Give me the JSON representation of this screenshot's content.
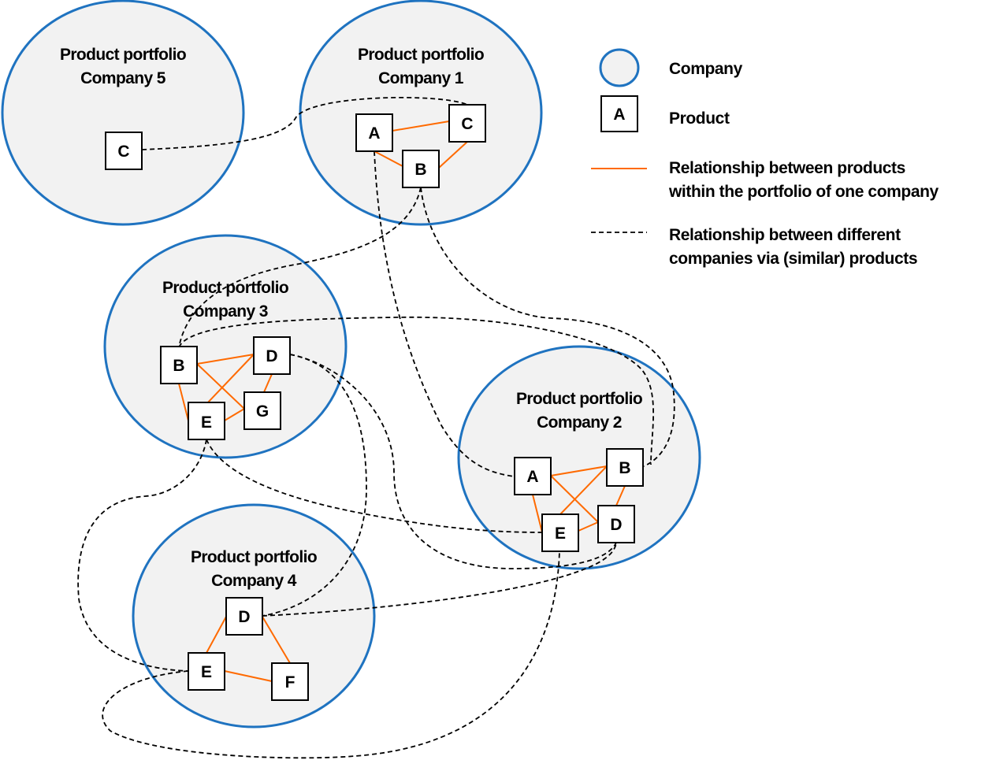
{
  "companies": [
    {
      "id": "c5",
      "title_line1": "Product portfolio",
      "title_line2": "Company 5",
      "products": [
        "C"
      ]
    },
    {
      "id": "c1",
      "title_line1": "Product portfolio",
      "title_line2": "Company 1",
      "products": [
        "A",
        "C",
        "B"
      ]
    },
    {
      "id": "c3",
      "title_line1": "Product portfolio",
      "title_line2": "Company 3",
      "products": [
        "B",
        "D",
        "G",
        "E"
      ]
    },
    {
      "id": "c2",
      "title_line1": "Product portfolio",
      "title_line2": "Company 2",
      "products": [
        "A",
        "B",
        "D",
        "E"
      ]
    },
    {
      "id": "c4",
      "title_line1": "Product portfolio",
      "title_line2": "Company 4",
      "products": [
        "D",
        "E",
        "F"
      ]
    }
  ],
  "legend": {
    "company": "Company",
    "product_sample": "A",
    "product": "Product",
    "within_line1": "Relationship between products",
    "within_line2": "within the portfolio of one company",
    "between_line1": "Relationship between different",
    "between_line2": "companies via  (similar) products"
  },
  "colors": {
    "company_stroke": "#1f73c0",
    "company_fill": "#f2f2f2",
    "within_relation": "#ff6a00",
    "between_relation": "#000000"
  }
}
